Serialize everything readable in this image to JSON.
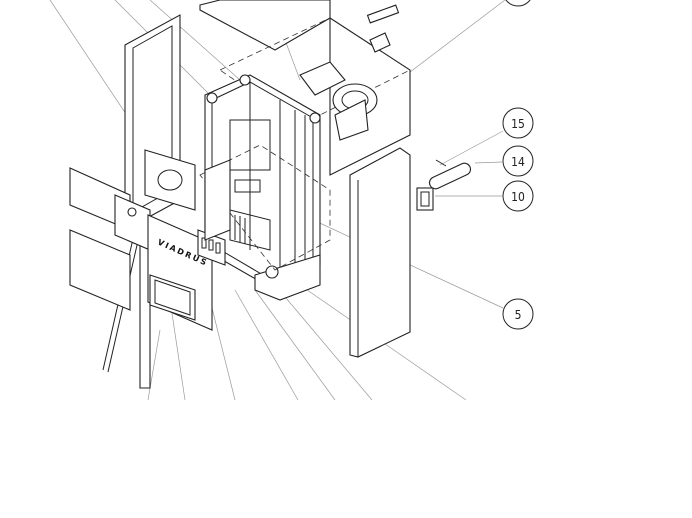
{
  "diagram": {
    "brand_label": "VIADRUS",
    "callouts": [
      {
        "label": "15"
      },
      {
        "label": "14"
      },
      {
        "label": "10"
      },
      {
        "label": "5"
      }
    ]
  }
}
